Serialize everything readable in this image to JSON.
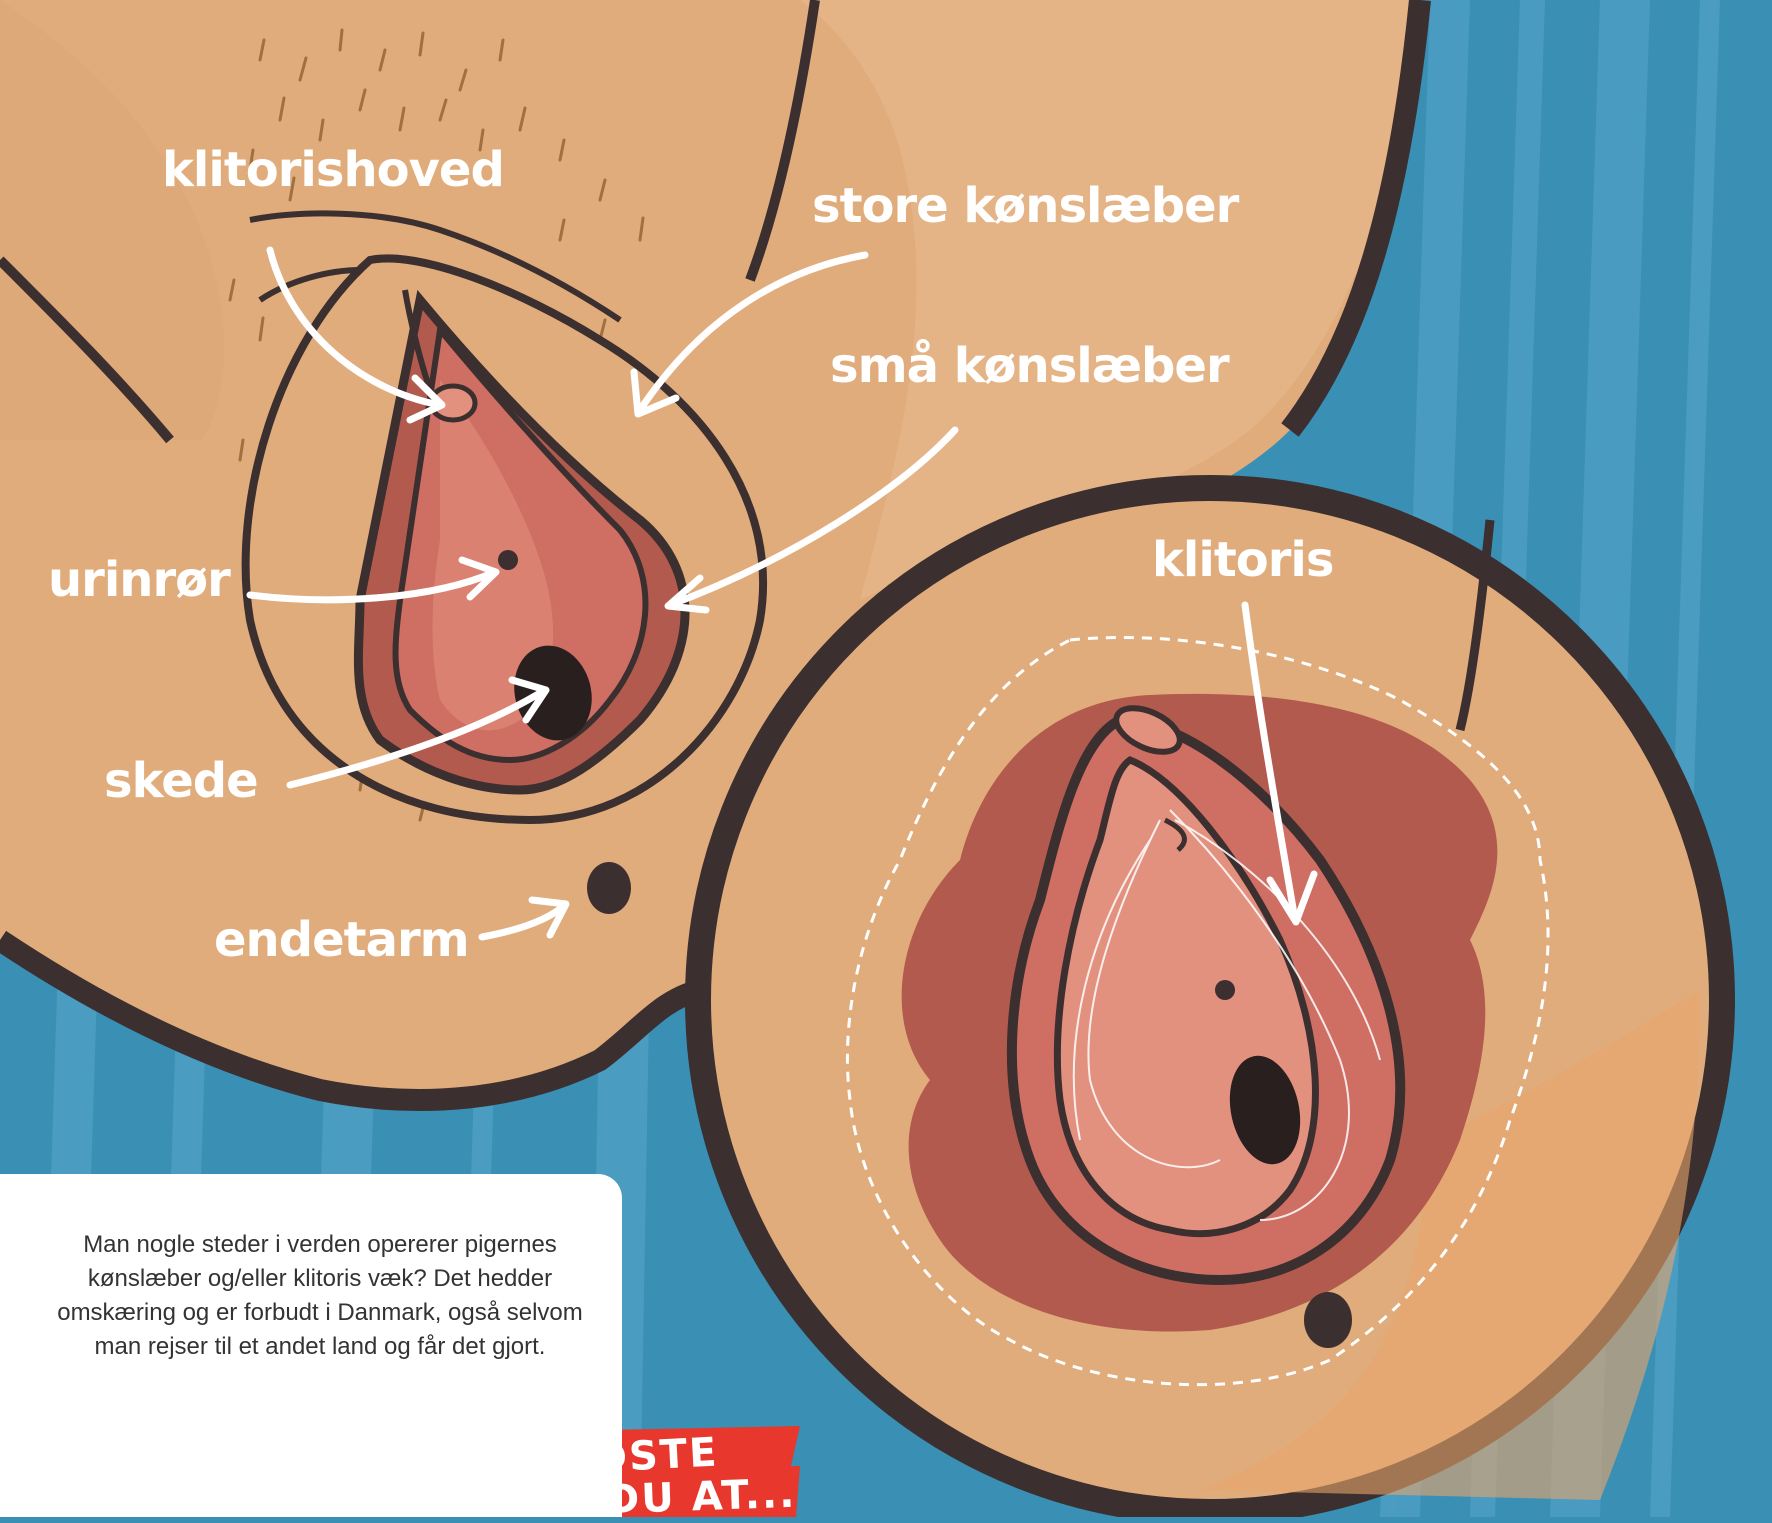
{
  "labels": {
    "klitorishoved": "klitorishoved",
    "store_konslaeber": "store kønslæber",
    "smaa_konslaeber": "små kønslæber",
    "urinror": "urinrør",
    "skede": "skede",
    "endetarm": "endetarm",
    "klitoris": "klitoris"
  },
  "info_box": {
    "text": "Man nogle steder i verden opererer pigernes kønslæber og/eller klitoris væk? Det hedder omskæring og er forbudt i Danmark, også selvom man rejser til et andet land og får det gjort."
  },
  "badge": {
    "line1": "VIDSTE",
    "line2": "DU AT..."
  },
  "colors": {
    "background_blue": "#3a8fb5",
    "skin": "#e0ac7c",
    "skin_light": "#e8b98e",
    "outline": "#3b2f2f",
    "inner_pink": "#cf6e63",
    "inner_light": "#e3917f",
    "zoom_dark": "#b35a4e",
    "badge_red": "#e8372c",
    "label_white": "#ffffff"
  }
}
